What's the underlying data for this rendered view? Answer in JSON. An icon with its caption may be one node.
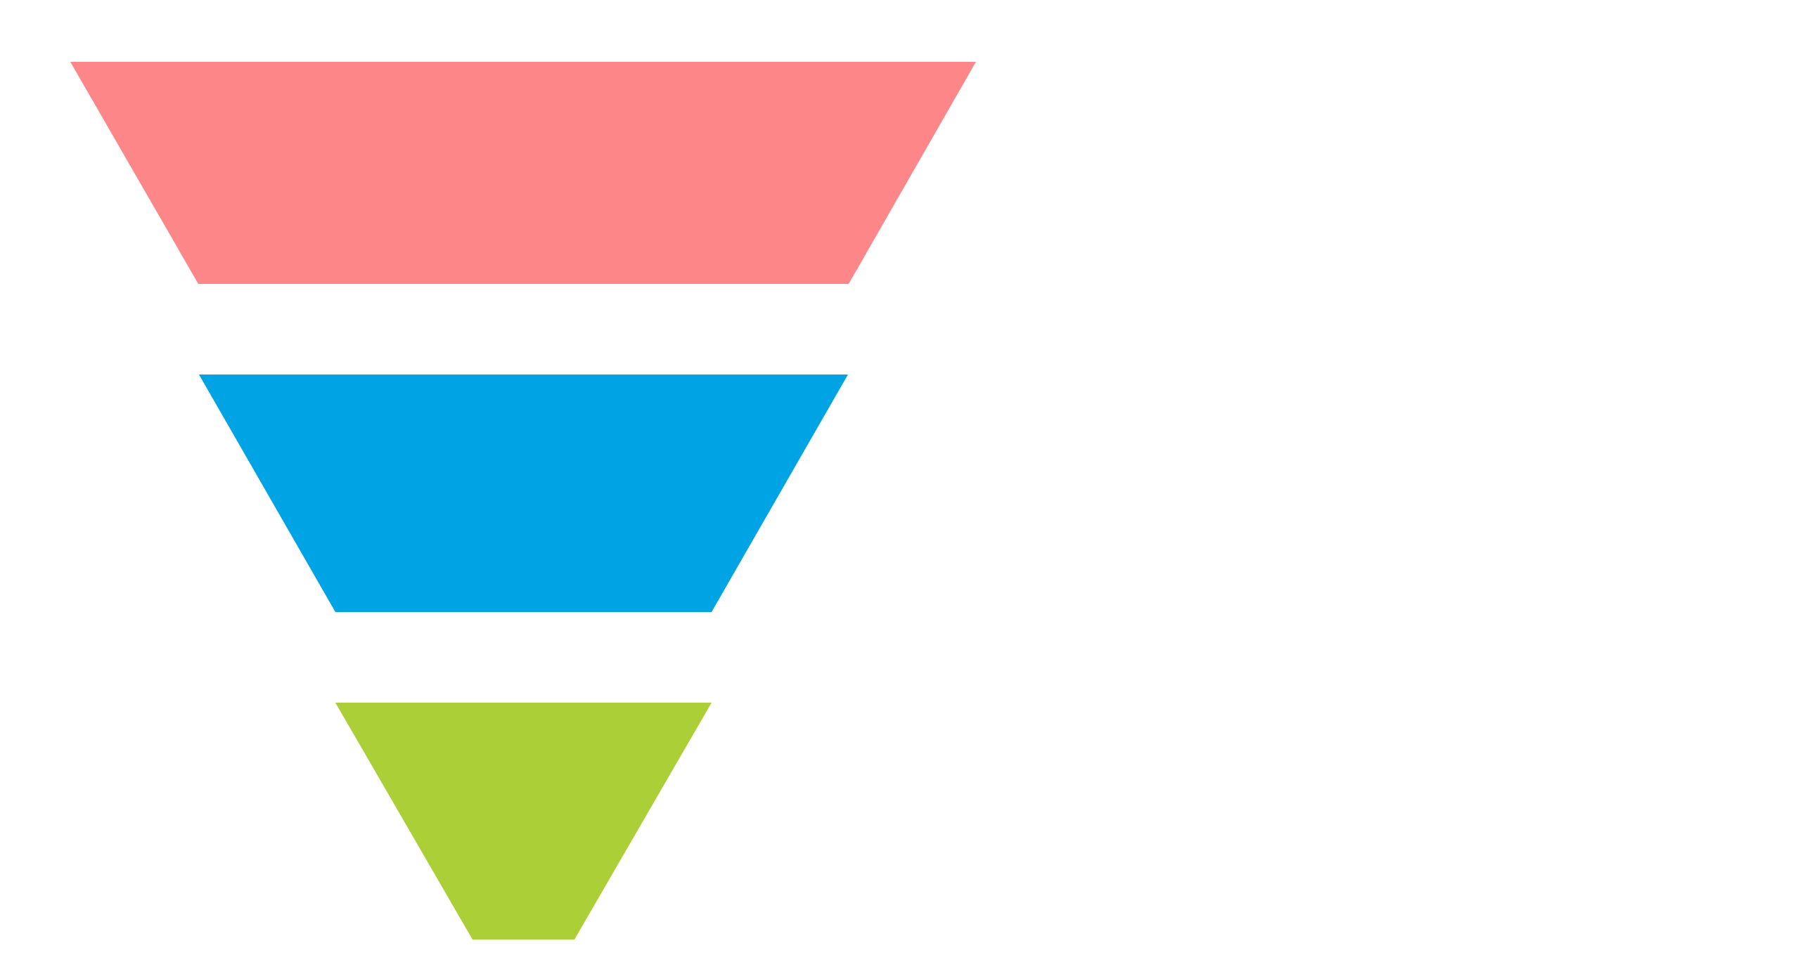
{
  "diagram": {
    "nodes": [
      {
        "text": [],
        "shape": "trapezoid"
      },
      {
        "text": [],
        "shape": "trapezoid"
      },
      {
        "text": [],
        "shape": "trapezoid"
      }
    ]
  }
}
